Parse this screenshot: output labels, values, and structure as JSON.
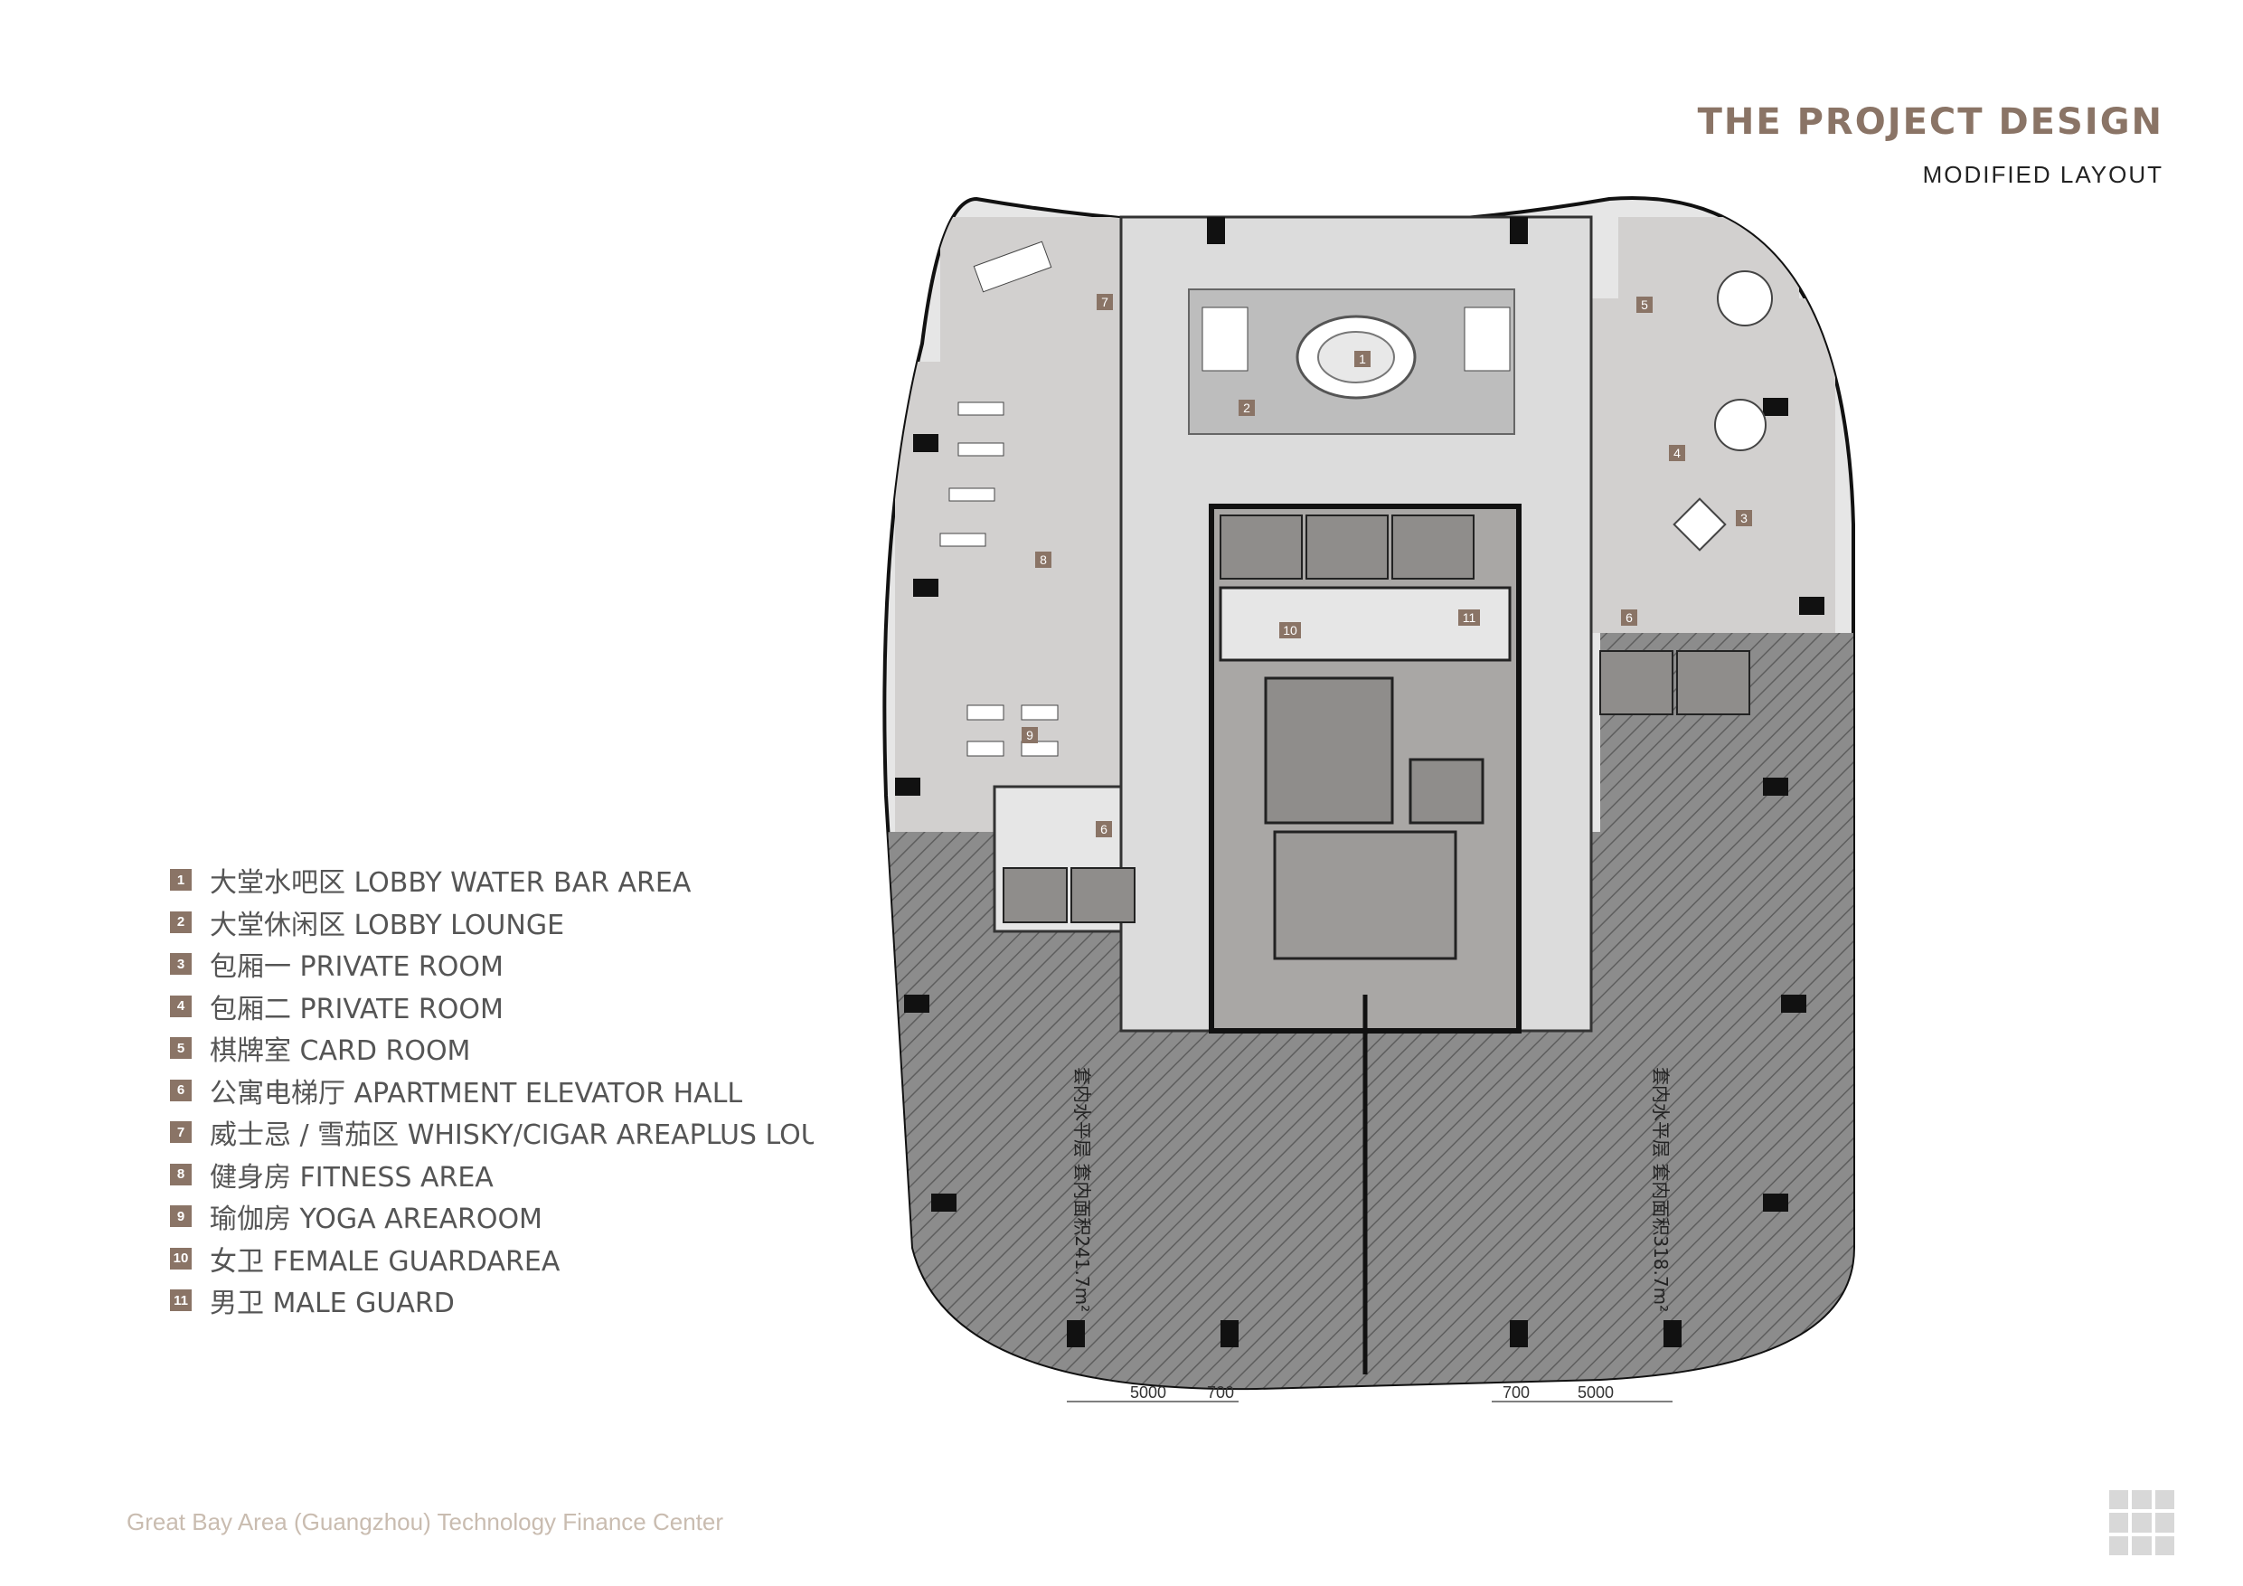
{
  "header": {
    "title": "THE PROJECT DESIGN",
    "subtitle": "MODIFIED   LAYOUT"
  },
  "legend": [
    {
      "num": "1",
      "label": "大堂水吧区 LOBBY WATER BAR AREA"
    },
    {
      "num": "2",
      "label": "大堂休闲区 LOBBY LOUNGE"
    },
    {
      "num": "3",
      "label": "包厢一 PRIVATE ROOM"
    },
    {
      "num": "4",
      "label": "包厢二 PRIVATE ROOM"
    },
    {
      "num": "5",
      "label": "棋牌室 CARD ROOM"
    },
    {
      "num": "6",
      "label": "公寓电梯厅 APARTMENT ELEVATOR HALL"
    },
    {
      "num": "7",
      "label": "威士忌 / 雪茄区 WHISKY/CIGAR AREAPLUS LOUNGE"
    },
    {
      "num": "8",
      "label": "健身房 FITNESS AREA"
    },
    {
      "num": "9",
      "label": "瑜伽房 YOGA AREAROOM"
    },
    {
      "num": "10",
      "label": "女卫 FEMALE GUARDAREA"
    },
    {
      "num": "11",
      "label": "男卫 MALE GUARD"
    }
  ],
  "plan": {
    "left_area_label": "套内水平层 套内面积241.7m²",
    "right_area_label": "套内水平层 套内面积318.7m²",
    "dim_left": [
      "5000",
      "700"
    ],
    "dim_right": [
      "700",
      "5000"
    ],
    "colors": {
      "hatch": "#8c8c8c",
      "amenity": "#d2d0cf",
      "core": "#a9a7a5",
      "accent": "#8a7466"
    }
  },
  "footer": {
    "text": "Great Bay Area (Guangzhou) Technology Finance Center"
  }
}
